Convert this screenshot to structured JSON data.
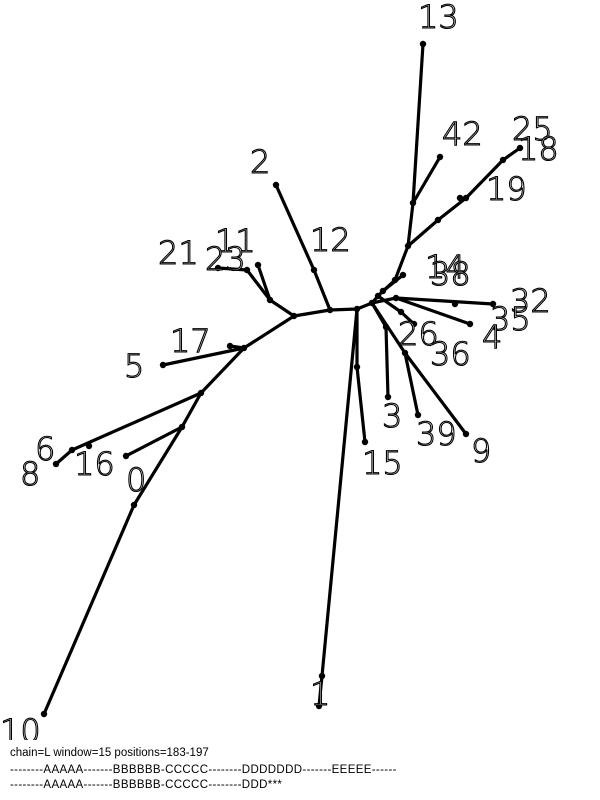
{
  "diagram": {
    "type": "unrooted-phylogenetic-tree",
    "leaves": [
      "13",
      "42",
      "25",
      "18",
      "19",
      "2",
      "12",
      "11",
      "21",
      "23",
      "14",
      "38",
      "32",
      "35",
      "4",
      "26",
      "36",
      "17",
      "5",
      "6",
      "8",
      "16",
      "0",
      "3",
      "39",
      "9",
      "15",
      "10",
      "1"
    ]
  },
  "footer": {
    "info": "chain=L   window=15   positions=183-197",
    "sequence_line_1": "--------AAAAA-------BBBBBB-CCCCC--------DDDDDDD-------EEEEE------",
    "sequence_line_2": "--------AAAAA-------BBBBBB-CCCCC--------DDD***"
  }
}
